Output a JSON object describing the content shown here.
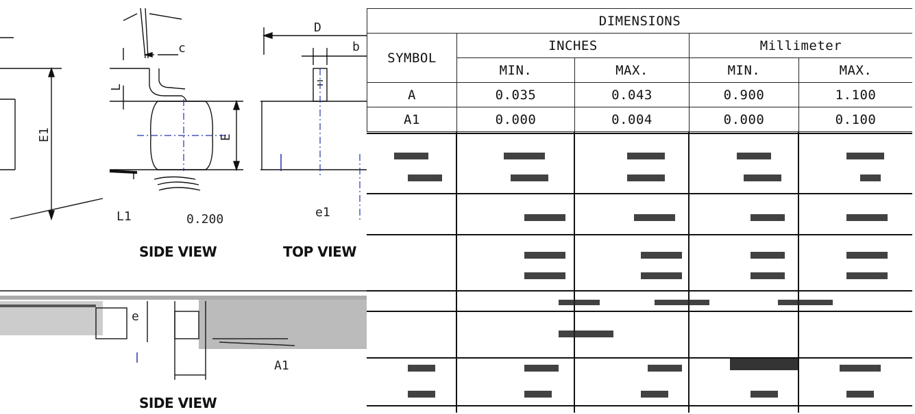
{
  "drawing": {
    "labels": {
      "side_view_top": "SIDE VIEW",
      "top_view": "TOP VIEW",
      "side_view_bottom": "SIDE VIEW"
    },
    "callouts": {
      "c": "c",
      "L": "L",
      "E1": "E1",
      "E": "E",
      "D": "D",
      "b": "b",
      "L1": "L1",
      "pitch": "0.200",
      "e1": "e1",
      "A1": "A1",
      "e": "e"
    }
  },
  "table": {
    "title": "DIMENSIONS",
    "symbol_header": "SYMBOL",
    "inches_header": "INCHES",
    "mm_header": "Millimeter",
    "min_label": "MIN.",
    "max_label": "MAX.",
    "rows": [
      {
        "symbol": "A",
        "in_min": "0.035",
        "in_max": "0.043",
        "mm_min": "0.900",
        "mm_max": "1.100"
      },
      {
        "symbol": "A1",
        "in_min": "0.000",
        "in_max": "0.004",
        "mm_min": "0.000",
        "mm_max": "0.100"
      }
    ]
  }
}
